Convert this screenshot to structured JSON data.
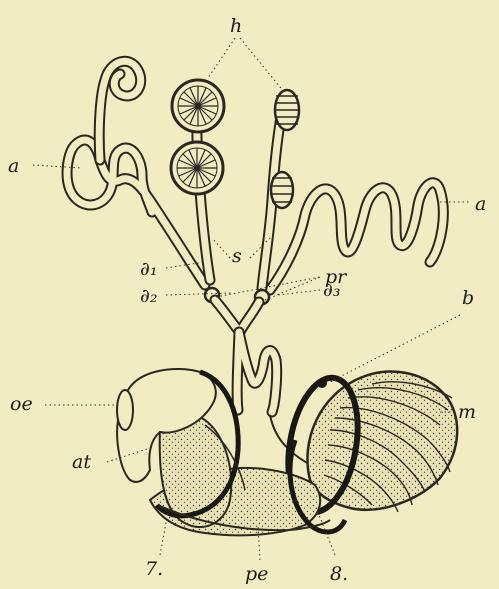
{
  "labels": {
    "h": "h",
    "a_left": "a",
    "a_right": "a",
    "s": "s",
    "pr": "pr",
    "d1": "∂₁",
    "d2": "∂₂",
    "d3": "∂₃",
    "b": "b",
    "oe": "oe",
    "at": "at",
    "m": "m",
    "n7": "7.",
    "pe": "pe",
    "n8": "8."
  },
  "colors": {
    "paper": "#f1ecc2",
    "ink": "#2a271f"
  }
}
